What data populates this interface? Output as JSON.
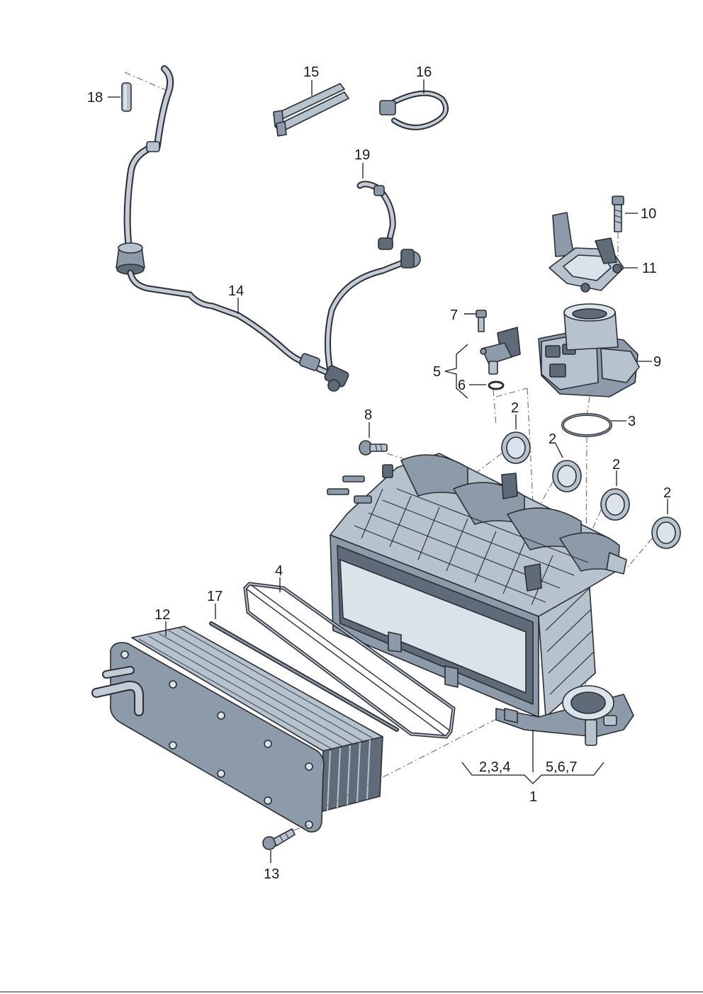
{
  "callouts": {
    "c1": "1",
    "c2a": "2",
    "c2b": "2",
    "c2c": "2",
    "c2d": "2",
    "c3": "3",
    "c4": "4",
    "c5": "5",
    "c6": "6",
    "c7": "7",
    "c8": "8",
    "c9": "9",
    "c10": "10",
    "c11": "11",
    "c12": "12",
    "c13": "13",
    "c14": "14",
    "c15": "15",
    "c16": "16",
    "c17": "17",
    "c18": "18",
    "c19": "19",
    "group_left": "2,3,4",
    "group_right": "5,6,7"
  }
}
